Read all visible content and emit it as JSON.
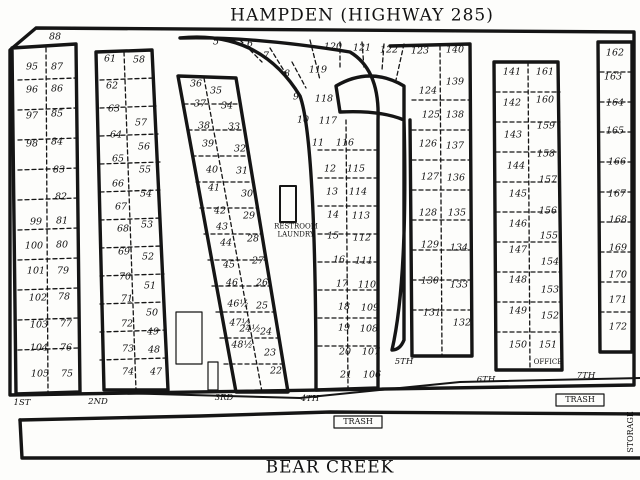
{
  "title": "HAMPDEN (HIGHWAY 285)",
  "creek": "BEAR CREEK",
  "buildings": {
    "restroom": "RESTROOM",
    "laundry": "LAUNDRY",
    "office": "OFFICE",
    "trash_left": "TRASH",
    "trash_right": "TRASH",
    "storage": "STORAGE"
  },
  "streets": {
    "s1": "1ST",
    "s2": "2ND",
    "s3": "3RD",
    "s4": "4TH",
    "s5": "5TH",
    "s6": "6TH",
    "s7": "7TH"
  },
  "lots": {
    "l5": "5",
    "l6": "6",
    "l7": "7",
    "l8": "8",
    "l9": "9",
    "l10": "10",
    "l11": "11",
    "l12": "12",
    "l13": "13",
    "l14": "14",
    "l15": "15",
    "l16": "16",
    "l17": "17",
    "l18": "18",
    "l19": "19",
    "l20": "20",
    "l21": "21",
    "l22": "22",
    "l23": "23",
    "l24": "24",
    "l24h": "24½",
    "l25": "25",
    "l26": "26",
    "l27": "27",
    "l28": "28",
    "l29": "29",
    "l30": "30",
    "l31": "31",
    "l32": "32",
    "l33": "33",
    "l34": "34",
    "l35": "35",
    "l36": "36",
    "l37": "37",
    "l38": "38",
    "l39": "39",
    "l40": "40",
    "l41": "41",
    "l42": "42",
    "l43": "43",
    "l44": "44",
    "l45": "45",
    "l46": "46",
    "l46h": "46½",
    "l47": "47",
    "l47h": "47½",
    "l48": "48",
    "l48h": "48½",
    "l49": "49",
    "l50": "50",
    "l51": "51",
    "l52": "52",
    "l53": "53",
    "l54": "54",
    "l55": "55",
    "l56": "56",
    "l57": "57",
    "l58": "58",
    "l61": "61",
    "l62": "62",
    "l63": "63",
    "l64": "64",
    "l65": "65",
    "l66": "66",
    "l67": "67",
    "l68": "68",
    "l69": "69",
    "l70": "70",
    "l71": "71",
    "l72": "72",
    "l73": "73",
    "l74": "74",
    "l75": "75",
    "l76": "76",
    "l77": "77",
    "l78": "78",
    "l79": "79",
    "l80": "80",
    "l81": "81",
    "l82": "82",
    "l83": "83",
    "l84": "84",
    "l85": "85",
    "l86": "86",
    "l87": "87",
    "l88": "88",
    "l95": "95",
    "l96": "96",
    "l97": "97",
    "l98": "98",
    "l99": "99",
    "l100": "100",
    "l101": "101",
    "l102": "102",
    "l103": "103",
    "l104": "104",
    "l105": "105",
    "l106": "106",
    "l107": "107",
    "l108": "108",
    "l109": "109",
    "l110": "110",
    "l111": "111",
    "l112": "112",
    "l113": "113",
    "l114": "114",
    "l115": "115",
    "l116": "116",
    "l117": "117",
    "l118": "118",
    "l119": "119",
    "l120": "120",
    "l121": "121",
    "l122": "122",
    "l123": "123",
    "l124": "124",
    "l125": "125",
    "l126": "126",
    "l127": "127",
    "l128": "128",
    "l129": "129",
    "l130": "130",
    "l131": "131",
    "l132": "132",
    "l133": "133",
    "l134": "134",
    "l135": "135",
    "l136": "136",
    "l137": "137",
    "l138": "138",
    "l139": "139",
    "l140": "140",
    "l141": "141",
    "l142": "142",
    "l143": "143",
    "l144": "144",
    "l145": "145",
    "l146": "146",
    "l147": "147",
    "l148": "148",
    "l149": "149",
    "l150": "150",
    "l151": "151",
    "l152": "152",
    "l153": "153",
    "l154": "154",
    "l155": "155",
    "l156": "156",
    "l157": "157",
    "l158": "158",
    "l159": "159",
    "l160": "160",
    "l161": "161",
    "l162": "162",
    "l163": "163",
    "l164": "164",
    "l165": "165",
    "l166": "166",
    "l167": "167",
    "l168": "168",
    "l169": "169",
    "l170": "170",
    "l171": "171",
    "l172": "172"
  }
}
